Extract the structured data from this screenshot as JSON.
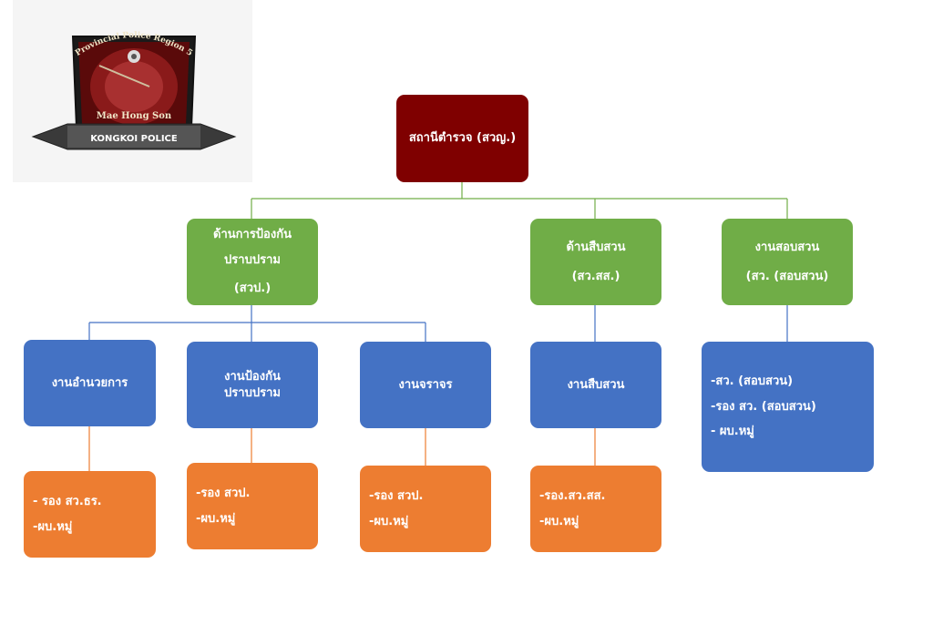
{
  "logo": {
    "top_text": "Provincial Police Region 5",
    "middle_text": "Mae Hong Son",
    "banner_text": "KONGKOI POLICE"
  },
  "root": {
    "label": "สถานีตำรวจ (สวญ.)"
  },
  "departments": [
    {
      "lines": [
        "ด้านการป้องกัน",
        "ปราบปราม",
        "(สวป.)"
      ]
    },
    {
      "lines": [
        "ด้านสืบสวน",
        "(สว.สส.)"
      ]
    },
    {
      "lines": [
        "งานสอบสวน",
        "(สว. (สอบสวน)"
      ]
    }
  ],
  "units": [
    {
      "lines": [
        "งานอำนวยการ"
      ]
    },
    {
      "lines": [
        "งานป้องกัน",
        "ปราบปราม"
      ]
    },
    {
      "lines": [
        "งานจราจร"
      ]
    },
    {
      "lines": [
        "งานสืบสวน"
      ]
    },
    {
      "lines": [
        "-สว. (สอบสวน)",
        "-รอง สว. (สอบสวน)",
        "- ผบ.หมู่"
      ]
    }
  ],
  "staff": [
    {
      "lines": [
        "- รอง สว.ธร.",
        "-ผบ.หมู่"
      ]
    },
    {
      "lines": [
        "-รอง สวป.",
        "-ผบ.หมู่"
      ]
    },
    {
      "lines": [
        "-รอง สวป.",
        "-ผบ.หมู่"
      ]
    },
    {
      "lines": [
        "-รอง.สว.สส.",
        "-ผบ.หมู่"
      ]
    }
  ],
  "colors": {
    "root": "#7f0000",
    "department": "#70ad47",
    "unit": "#4472c4",
    "staff": "#ed7d31",
    "connector_root": "#70ad47",
    "connector_unit": "#4472c4",
    "connector_staff": "#ed7d31"
  }
}
